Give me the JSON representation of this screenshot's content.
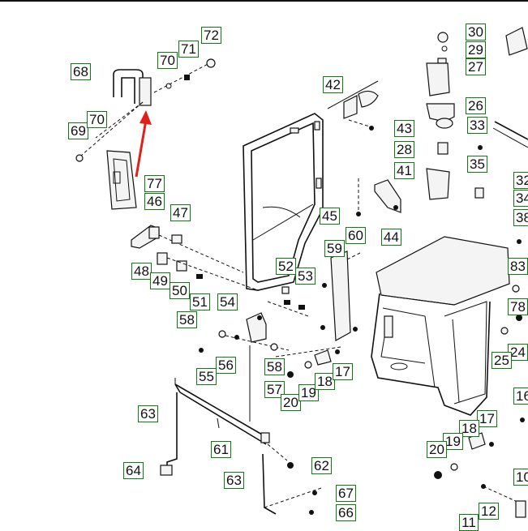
{
  "diagram": {
    "accent_color": "#e0201b",
    "callout_border_color": "#137a13",
    "callouts": {
      "c68": "68",
      "c70a": "70",
      "c71": "71",
      "c72": "72",
      "c69": "69",
      "c70b": "70",
      "c77": "77",
      "c46": "46",
      "c47": "47",
      "c48": "48",
      "c49": "49",
      "c50": "50",
      "c51": "51",
      "c58a": "58",
      "c42": "42",
      "c43": "43",
      "c52": "52",
      "c53": "53",
      "c54": "54",
      "c55": "55",
      "c56": "56",
      "c58b": "58",
      "c57": "57",
      "c20a": "20",
      "c19a": "19",
      "c18a": "18",
      "c17a": "17",
      "c59": "59",
      "c60": "60",
      "c44": "44",
      "c45": "45",
      "c41": "41",
      "c28": "28",
      "c26": "26",
      "c27": "27",
      "c29": "29",
      "c30": "30",
      "c33": "33",
      "c35": "35",
      "c32": "32",
      "c34": "34",
      "c38": "38",
      "c83": "83",
      "c78": "78",
      "c24": "24",
      "c25": "25",
      "c16": "16",
      "c17b": "17",
      "c18b": "18",
      "c19b": "19",
      "c20b": "20",
      "c10": "10",
      "c11": "11",
      "c12": "12",
      "c63a": "63",
      "c61": "61",
      "c64": "64",
      "c62": "62",
      "c63b": "63",
      "c67": "67",
      "c66": "66"
    }
  }
}
